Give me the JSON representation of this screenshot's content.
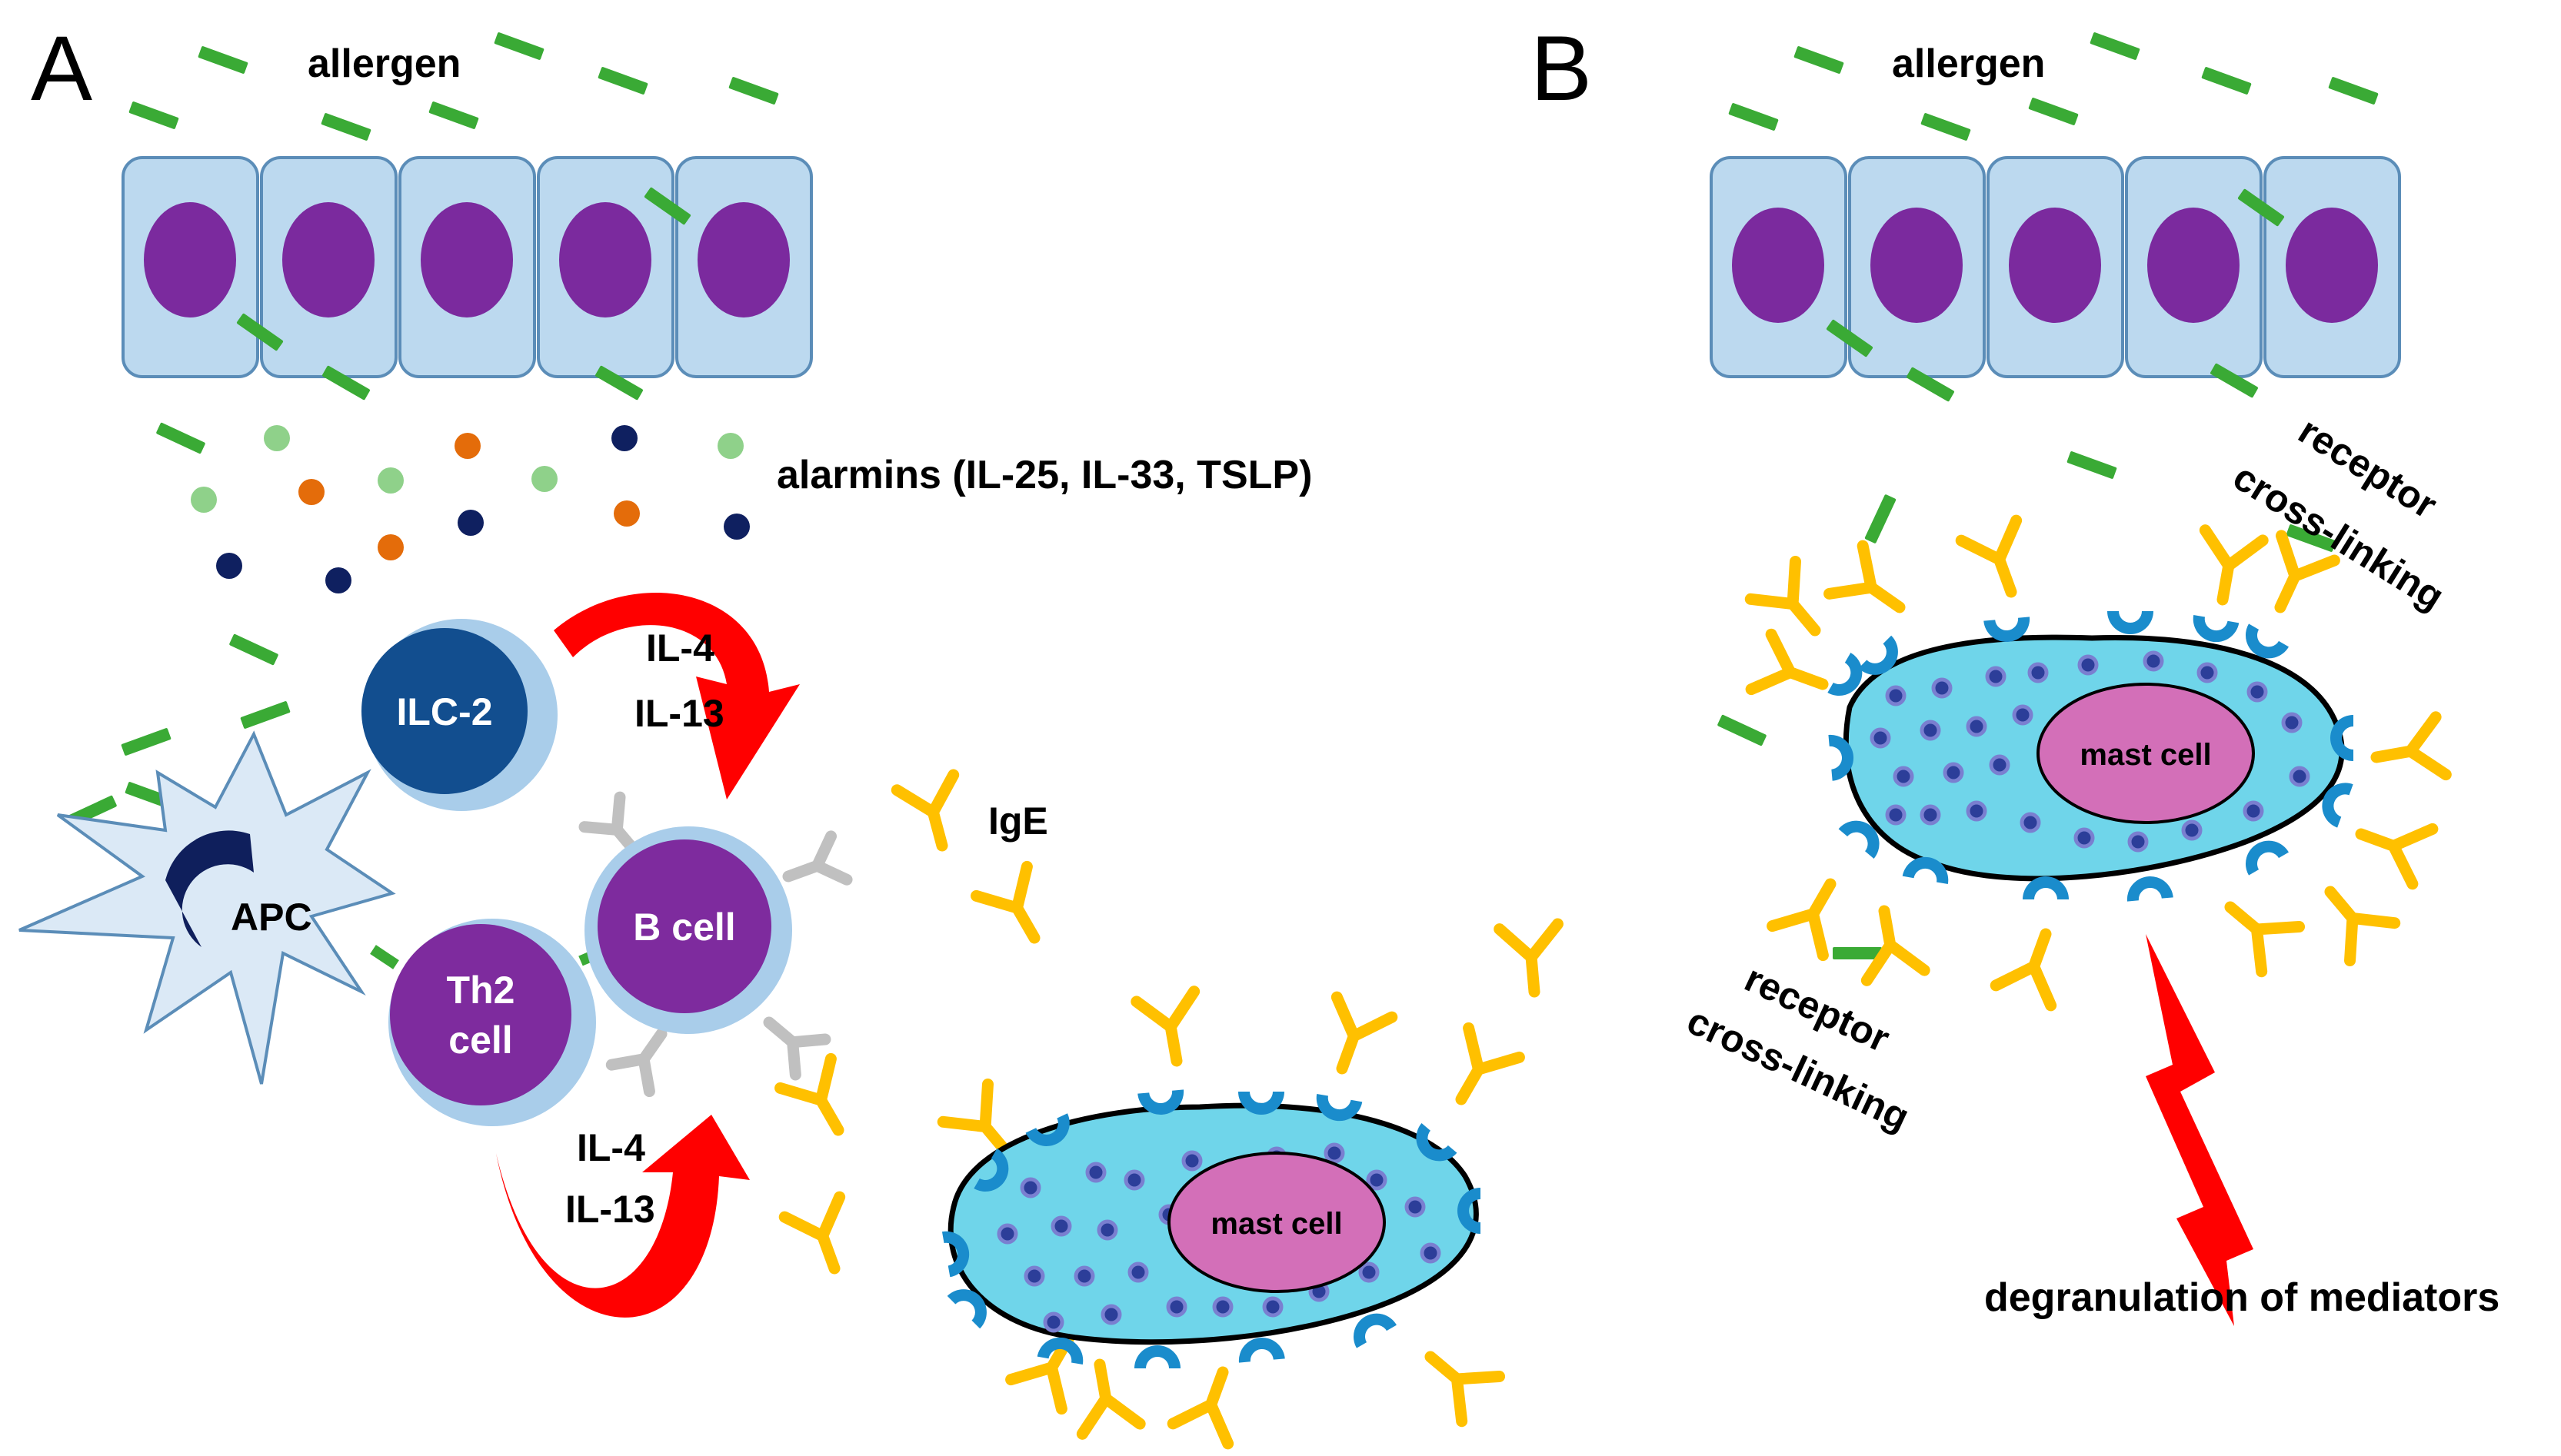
{
  "panel_a": {
    "letter": "A",
    "allergen_label": "allergen",
    "alarmins_label": "alarmins (IL-25, IL-33, TSLP)",
    "ilc2_label": "ILC-2",
    "apc_label": "APC",
    "th2_label_line1": "Th2",
    "th2_label_line2": "cell",
    "bcell_label": "B cell",
    "il4_top": "IL-4",
    "il13_top": "IL-13",
    "il4_bottom": "IL-4",
    "il13_bottom": "IL-13",
    "ige_label": "IgE",
    "mast_cell_label": "mast cell"
  },
  "panel_b": {
    "letter": "B",
    "allergen_label": "allergen",
    "mast_cell_label": "mast cell",
    "crosslink_top_line1": "receptor",
    "crosslink_top_line2": "cross-linking",
    "crosslink_bottom_line1": "receptor",
    "crosslink_bottom_line2": "cross-linking",
    "degranulation_label": "degranulation of mediators"
  },
  "colors": {
    "epithelium_fill": "#bcd9ef",
    "epithelium_stroke": "#5b8db8",
    "nucleus": "#7b2a9e",
    "allergen": "#3aaa35",
    "ilc2": "#124e8f",
    "lymph_purple": "#7e2b9e",
    "halo": "#a9cdea",
    "arrow_red": "#ff0000",
    "ige_yellow": "#ffc000",
    "receptor_blue": "#1a8ccc",
    "mast_body": "#6fd5ea",
    "mast_nucleus": "#d36fb8",
    "granule": "#2c3e99",
    "apc_fill": "#dbe9f6",
    "apc_dark": "#0f1f5c",
    "antibody_gray": "#c0c0c0",
    "alarmin_light": "#8fd18a",
    "alarmin_orange": "#e46c0a",
    "alarmin_navy": "#0f2060"
  }
}
